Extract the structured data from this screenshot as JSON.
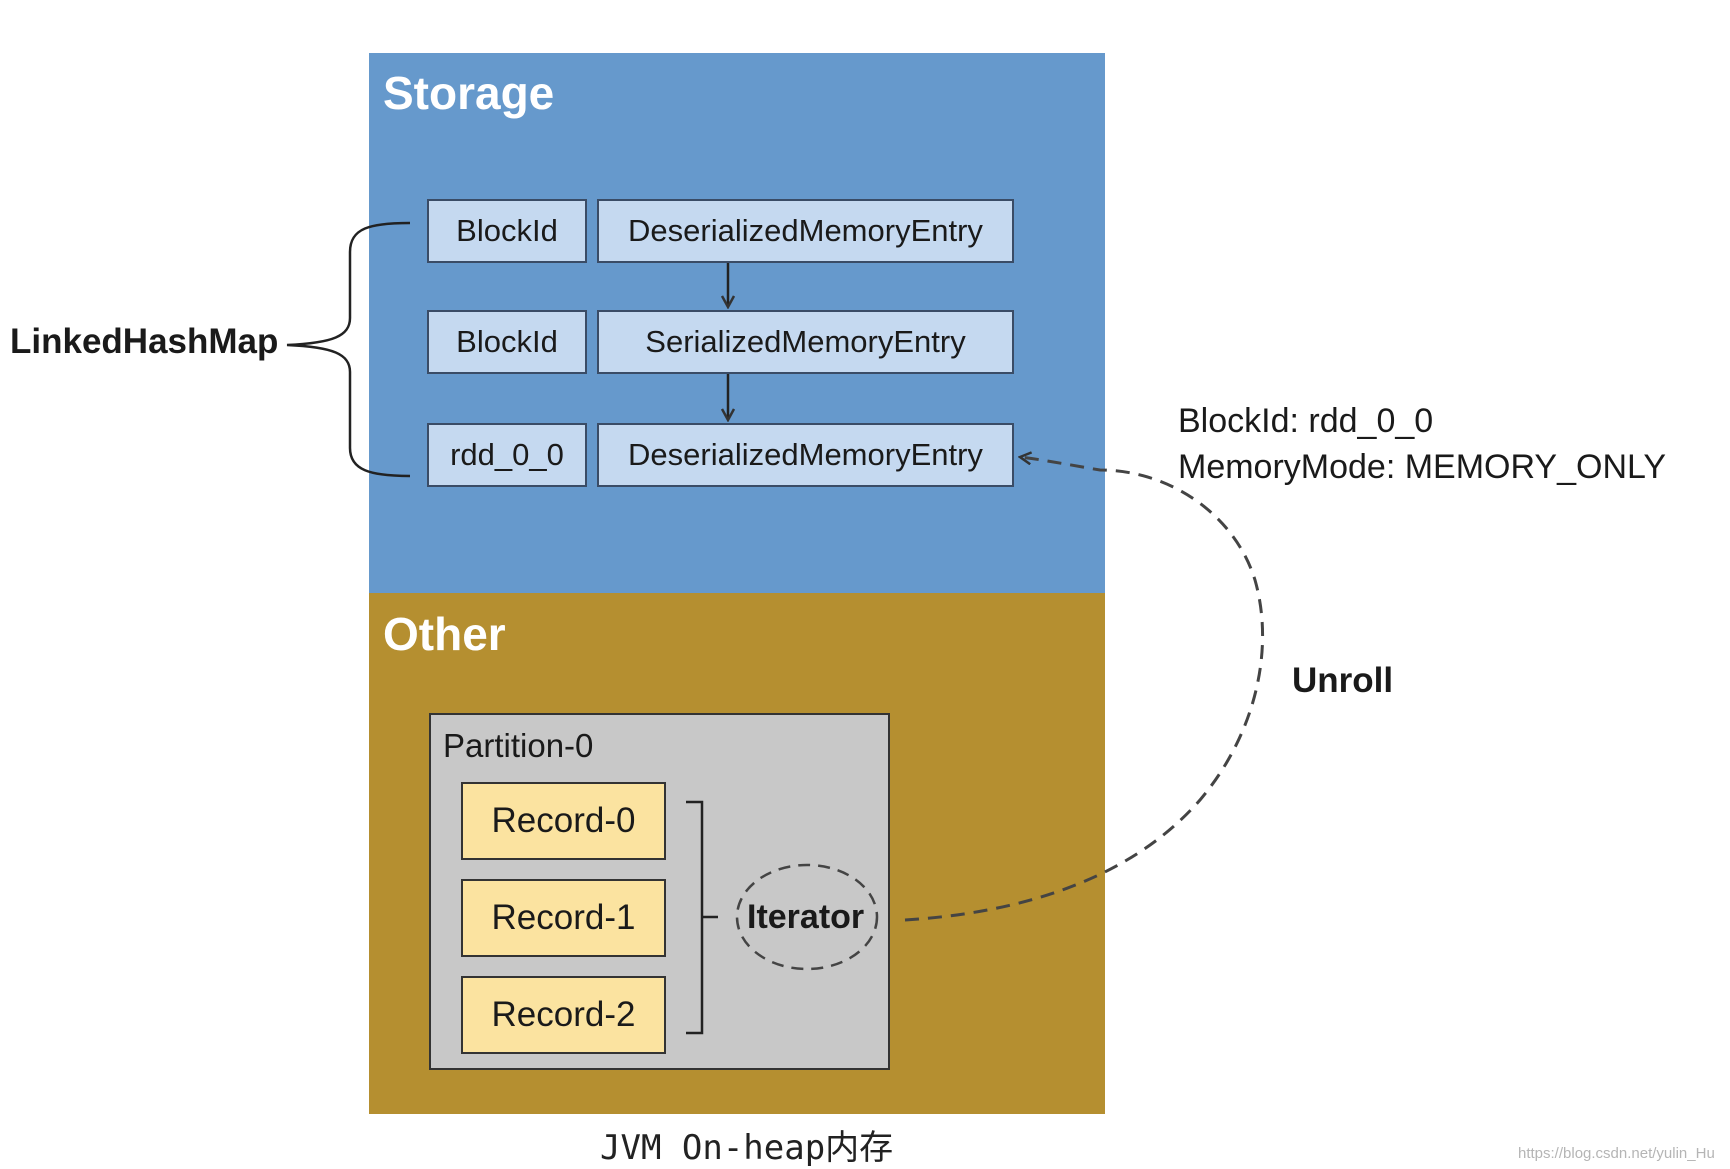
{
  "storage": {
    "title": "Storage",
    "rows": [
      {
        "key": "BlockId",
        "entry": "DeserializedMemoryEntry"
      },
      {
        "key": "BlockId",
        "entry": "SerializedMemoryEntry"
      },
      {
        "key": "rdd_0_0",
        "entry": "DeserializedMemoryEntry"
      }
    ],
    "structure_label": "LinkedHashMap",
    "color": "#6699cc"
  },
  "other": {
    "title": "Other",
    "color": "#b58f30",
    "partition": {
      "label": "Partition-0",
      "records": [
        "Record-0",
        "Record-1",
        "Record-2"
      ],
      "iterator_label": "Iterator"
    }
  },
  "unroll_label": "Unroll",
  "block_info": {
    "block_id_line": "BlockId:  rdd_0_0",
    "memory_mode_line": "MemoryMode:   MEMORY_ONLY"
  },
  "caption": "JVM On-heap内存",
  "watermark": "https://blog.csdn.net/yulin_Hu"
}
